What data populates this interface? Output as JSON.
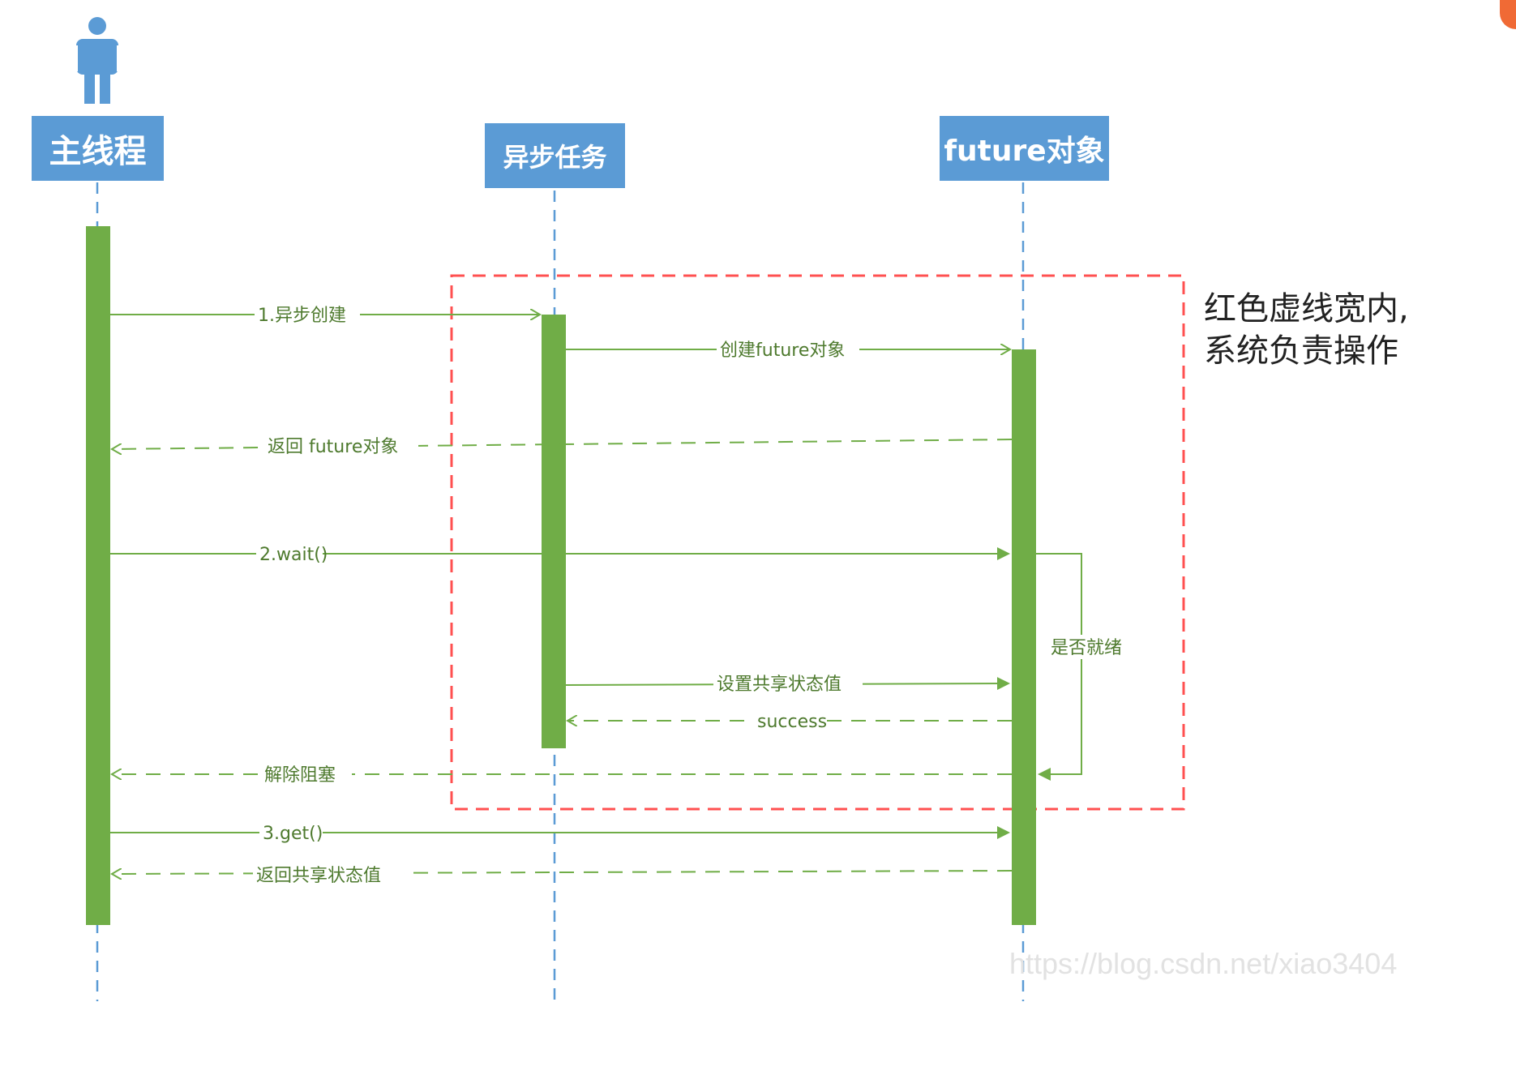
{
  "lanes": {
    "main": "主线程",
    "async": "异步任务",
    "future": "future对象"
  },
  "note": {
    "line1": "红色虚线宽内,",
    "line2": "系统负责操作"
  },
  "messages": {
    "m1": "1.异步创建",
    "m2": "创建future对象",
    "m3": "返回 future对象",
    "m4": "2.wait()",
    "m5": "是否就绪",
    "m6": "设置共享状态值",
    "m7": "success",
    "m8": "解除阻塞",
    "m9": "3.get()",
    "m10": "返回共享状态值"
  },
  "watermark": "https://blog.csdn.net/xiao3404",
  "colors": {
    "lane_box": "#5b9bd5",
    "activation": "#70ad47",
    "message": "#70ad47",
    "lifeline": "#5b9bd5",
    "frame": "#ff5050"
  }
}
